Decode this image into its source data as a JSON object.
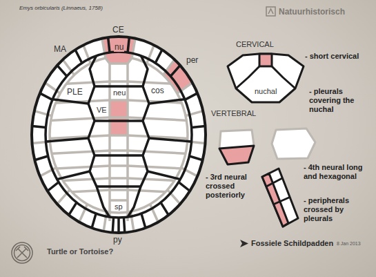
{
  "diagram": {
    "title": "Emys orbicularis (Linnaeus, 1758)",
    "labels": [
      "Natuurhistorisch",
      "MA",
      "CE",
      "nu",
      "per",
      "PLE",
      "cos",
      "neu",
      "VE",
      "sp",
      "py",
      "CERVICAL",
      "VERTEBRAL",
      "nuchal",
      "- short cervical",
      "- pleurals covering the nuchal",
      "- 3rd neural crossed posteriorly",
      "- 4th neural long and hexagonal",
      "- peripherals crossed by pleurals",
      "Turtle or Tortoise?",
      "Fossiele Schildpadden",
      "8 Jan 2013"
    ]
  }
}
